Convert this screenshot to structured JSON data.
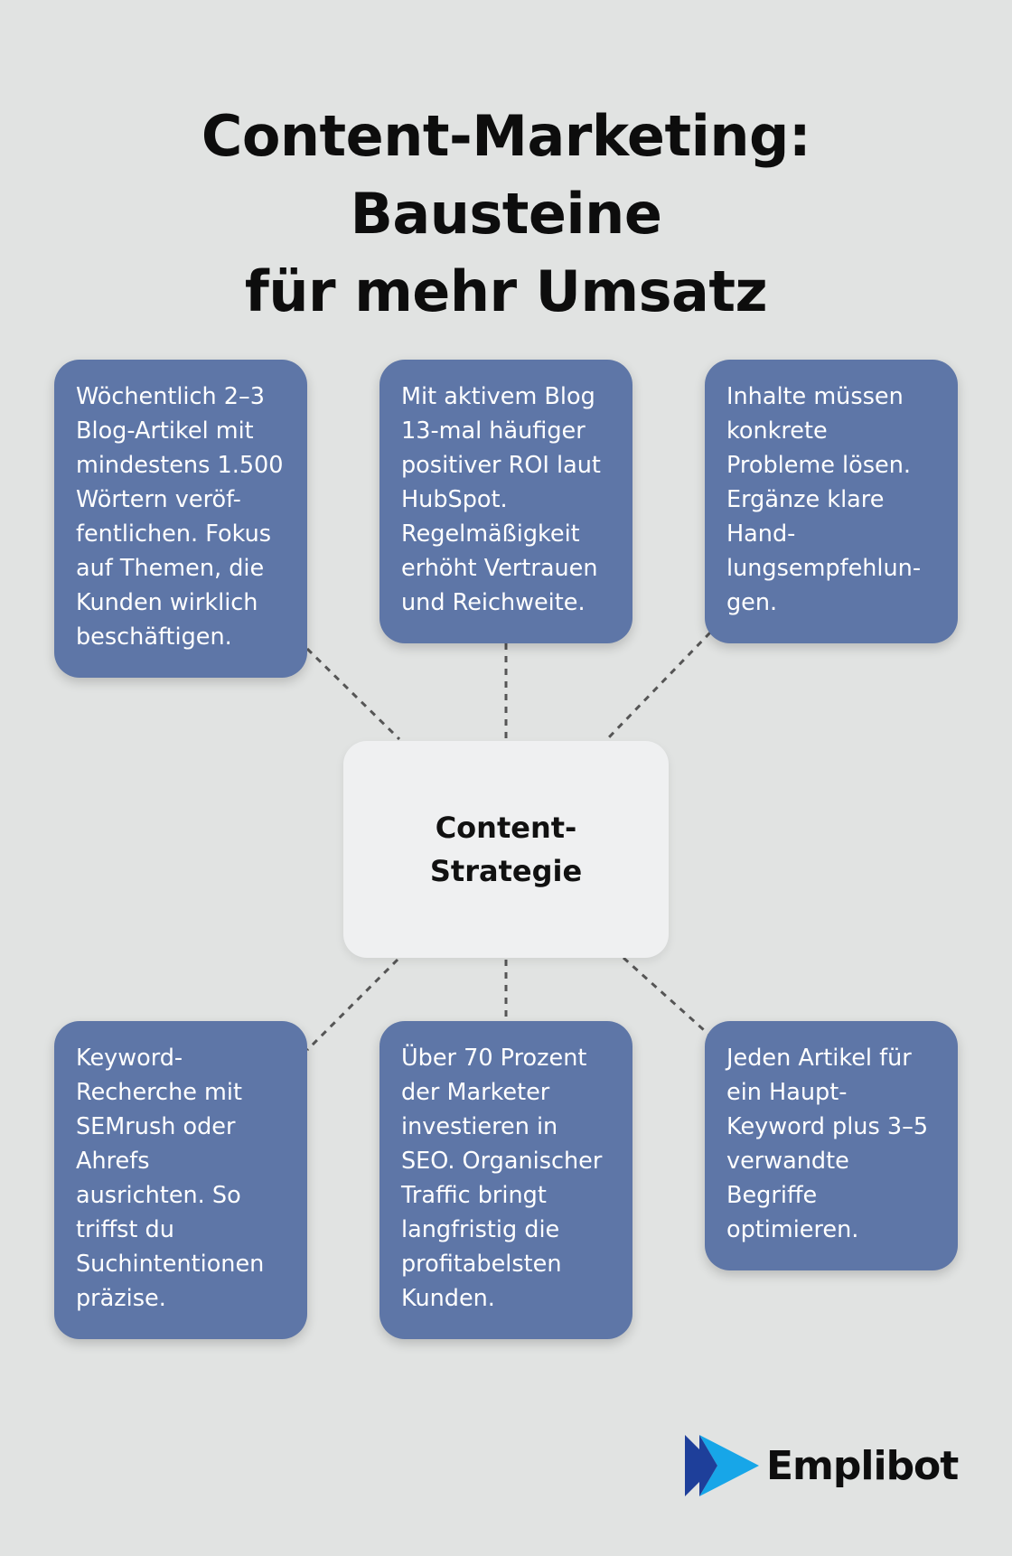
{
  "title": "Content-Marketing: Bausteine\nfür mehr Umsatz",
  "center_label": "Content-\nStrategie",
  "cards": [
    {
      "text": "Wöchentlich 2–3\nBlog-Artikel mit\nmindestens 1.500\nWörtern veröf-\nfentlichen. Fokus\nauf Themen, die\nKunden wirklich\nbeschäftigen."
    },
    {
      "text": "Mit aktivem Blog\n13-mal häufiger\npositiver ROI laut\nHubSpot.\nRegelmäßigkeit\nerhöht Vertrauen\nund Reichweite."
    },
    {
      "text": "Inhalte müssen\nkonkrete\nProbleme lösen.\nErgänze klare\nHand-\nlungsempfehlun-\ngen."
    },
    {
      "text": "Keyword-\nRecherche mit\nSEMrush oder\nAhrefs\nausrichten. So\ntriffst du\nSuchintentionen\npräzise."
    },
    {
      "text": "Über 70 Prozent\nder Marketer\ninvestieren in\nSEO. Organischer\nTraffic bringt\nlangfristig die\nprofitabelsten\nKunden."
    },
    {
      "text": "Jeden Artikel für\nein Haupt-\nKeyword plus 3–5\nverwandte\nBegriffe\noptimieren."
    }
  ],
  "brand": {
    "name": "Emplibot",
    "icon": "play-arrow-logo-icon",
    "colors": {
      "dark": "#1e3f9a",
      "light": "#17a6e8"
    }
  },
  "colors": {
    "background": "#e1e3e2",
    "card": "#5e76a7",
    "center": "#eff0f1",
    "connector": "#555555"
  }
}
